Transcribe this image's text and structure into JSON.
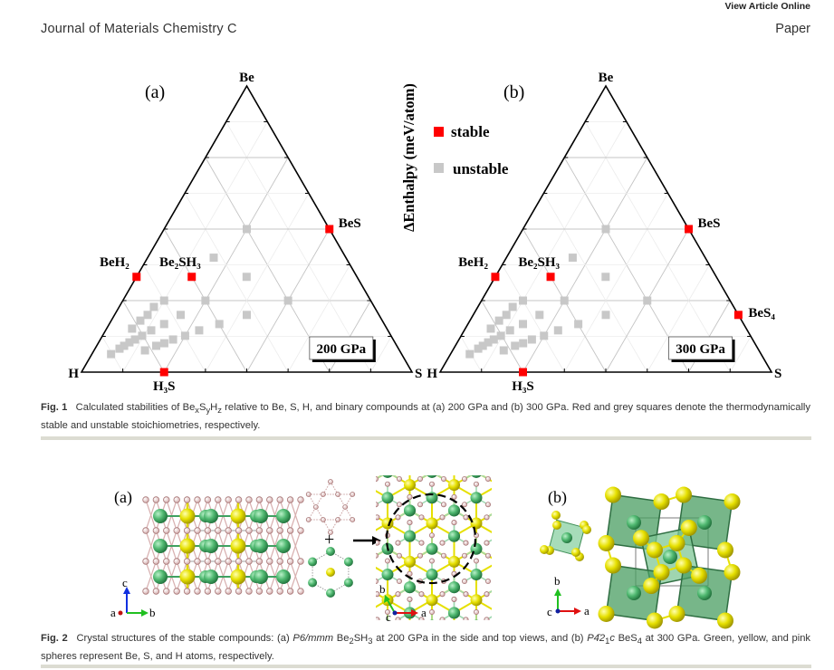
{
  "header": {
    "view_online": "View Article Online",
    "journal": "Journal of Materials Chemistry C",
    "section": "Paper"
  },
  "figure1": {
    "legend": {
      "stable": "stable",
      "unstable": "unstable",
      "stable_color": "#ff0000",
      "unstable_color": "#c8c8c8"
    },
    "axis_label": "ΔEnthalpy (meV/atom)",
    "caption": {
      "label": "Fig. 1",
      "parts": [
        "Calculated stabilities of Be",
        "x",
        "S",
        "y",
        "H",
        "z",
        " relative to Be, S, H, and binary compounds at (a) 200 GPa and (b) 300 GPa. Red and grey squares denote the thermodynamically stable and unstable stoichiometries, respectively."
      ]
    }
  },
  "chart_data": [
    {
      "type": "scatter",
      "subtype": "ternary",
      "panel": "(a)",
      "vertices": {
        "top": "Be",
        "left": "H",
        "right": "S"
      },
      "pressure": "200 GPa",
      "grid": true,
      "stable": [
        {
          "label": "BeS",
          "Be": 0.5,
          "S": 0.5
        },
        {
          "label": "BeH₂",
          "Be": 0.333,
          "S": 0.0
        },
        {
          "label": "Be₂SH₃",
          "Be": 0.333,
          "S": 0.167
        },
        {
          "label": "H₃S",
          "Be": 0.0,
          "S": 0.25
        }
      ],
      "unstable": [
        {
          "Be": 0.5,
          "S": 0.25
        },
        {
          "Be": 0.4,
          "S": 0.2
        },
        {
          "Be": 0.333,
          "S": 0.333
        },
        {
          "Be": 0.25,
          "S": 0.125
        },
        {
          "Be": 0.25,
          "S": 0.25
        },
        {
          "Be": 0.25,
          "S": 0.5
        },
        {
          "Be": 0.2,
          "S": 0.4
        },
        {
          "Be": 0.2,
          "S": 0.2
        },
        {
          "Be": 0.228,
          "S": 0.105
        },
        {
          "Be": 0.2,
          "S": 0.1
        },
        {
          "Be": 0.18,
          "S": 0.088
        },
        {
          "Be": 0.152,
          "S": 0.077
        },
        {
          "Be": 0.168,
          "S": 0.166
        },
        {
          "Be": 0.146,
          "S": 0.138
        },
        {
          "Be": 0.127,
          "S": 0.12
        },
        {
          "Be": 0.168,
          "S": 0.333
        },
        {
          "Be": 0.146,
          "S": 0.283
        },
        {
          "Be": 0.127,
          "S": 0.25
        },
        {
          "Be": 0.114,
          "S": 0.22
        },
        {
          "Be": 0.101,
          "S": 0.2
        },
        {
          "Be": 0.092,
          "S": 0.18
        },
        {
          "Be": 0.076,
          "S": 0.154
        },
        {
          "Be": 0.114,
          "S": 0.105
        },
        {
          "Be": 0.104,
          "S": 0.093
        },
        {
          "Be": 0.092,
          "S": 0.083
        },
        {
          "Be": 0.082,
          "S": 0.074
        },
        {
          "Be": 0.063,
          "S": 0.058
        }
      ]
    },
    {
      "type": "scatter",
      "subtype": "ternary",
      "panel": "(b)",
      "vertices": {
        "top": "Be",
        "left": "H",
        "right": "S"
      },
      "pressure": "300 GPa",
      "grid": true,
      "stable": [
        {
          "label": "BeS",
          "Be": 0.5,
          "S": 0.5
        },
        {
          "label": "BeH₂",
          "Be": 0.333,
          "S": 0.0
        },
        {
          "label": "Be₂SH₃",
          "Be": 0.333,
          "S": 0.167
        },
        {
          "label": "BeS₄",
          "Be": 0.2,
          "S": 0.8
        },
        {
          "label": "H₃S",
          "Be": 0.0,
          "S": 0.25
        }
      ],
      "unstable": [
        {
          "Be": 0.5,
          "S": 0.25
        },
        {
          "Be": 0.4,
          "S": 0.2
        },
        {
          "Be": 0.333,
          "S": 0.333
        },
        {
          "Be": 0.25,
          "S": 0.125
        },
        {
          "Be": 0.25,
          "S": 0.25
        },
        {
          "Be": 0.25,
          "S": 0.5
        },
        {
          "Be": 0.2,
          "S": 0.4
        },
        {
          "Be": 0.2,
          "S": 0.2
        },
        {
          "Be": 0.228,
          "S": 0.105
        },
        {
          "Be": 0.2,
          "S": 0.1
        },
        {
          "Be": 0.18,
          "S": 0.088
        },
        {
          "Be": 0.152,
          "S": 0.077
        },
        {
          "Be": 0.168,
          "S": 0.166
        },
        {
          "Be": 0.146,
          "S": 0.138
        },
        {
          "Be": 0.127,
          "S": 0.12
        },
        {
          "Be": 0.168,
          "S": 0.333
        },
        {
          "Be": 0.146,
          "S": 0.283
        },
        {
          "Be": 0.127,
          "S": 0.25
        },
        {
          "Be": 0.114,
          "S": 0.22
        },
        {
          "Be": 0.101,
          "S": 0.2
        },
        {
          "Be": 0.092,
          "S": 0.18
        },
        {
          "Be": 0.076,
          "S": 0.154
        },
        {
          "Be": 0.114,
          "S": 0.105
        },
        {
          "Be": 0.104,
          "S": 0.093
        },
        {
          "Be": 0.092,
          "S": 0.083
        },
        {
          "Be": 0.082,
          "S": 0.074
        },
        {
          "Be": 0.063,
          "S": 0.058
        }
      ]
    }
  ],
  "figure2": {
    "panel_a": "(a)",
    "panel_b": "(b)",
    "plus": "+",
    "axes_side": {
      "c": "c",
      "a": "a",
      "b": "b"
    },
    "axes_top": {
      "b": "b",
      "c": "c",
      "a": "a"
    },
    "axes_b": {
      "b": "b",
      "c": "c",
      "a": "a"
    },
    "colors": {
      "Be": "#4fb870",
      "S": "#e6e000",
      "H": "#e8c8c8"
    },
    "caption": {
      "label": "Fig. 2",
      "t1": "Crystal structures of the stable compounds: (a) ",
      "sg1": "P6/mmm",
      "t2": " Be",
      "s1": "2",
      "t3": "SH",
      "s2": "3",
      "t4": " at 200 GPa in the side and top views, and (b) ",
      "sg2": "P4̄2",
      "s3": "1",
      "sg2b": "c",
      "t5": " BeS",
      "s4": "4",
      "t6": " at 300 GPa. Green, yellow, and pink spheres represent Be, S, and H atoms, respectively."
    }
  }
}
